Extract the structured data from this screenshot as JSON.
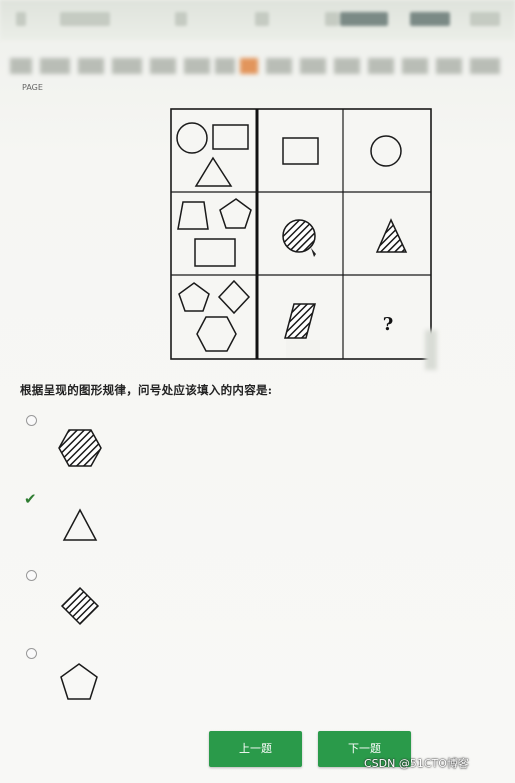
{
  "header": {
    "corner_mark": "PAGE"
  },
  "puzzle": {
    "answer_marker": "?"
  },
  "question": {
    "text": "根据呈现的图形规律，问号处应该填入的内容是:"
  },
  "options": [
    {
      "shape": "hatched-hexagon-icon",
      "selected": false
    },
    {
      "shape": "triangle-icon",
      "selected": true
    },
    {
      "shape": "hatched-diamond-icon",
      "selected": false
    },
    {
      "shape": "pentagon-icon",
      "selected": false
    }
  ],
  "navigation": {
    "prev_label": "上一题",
    "next_label": "下一题"
  },
  "watermark": {
    "text": "CSDN @51CTO博客"
  },
  "colors": {
    "button_green": "#2a9a4a",
    "check_green": "#2f7d32"
  }
}
